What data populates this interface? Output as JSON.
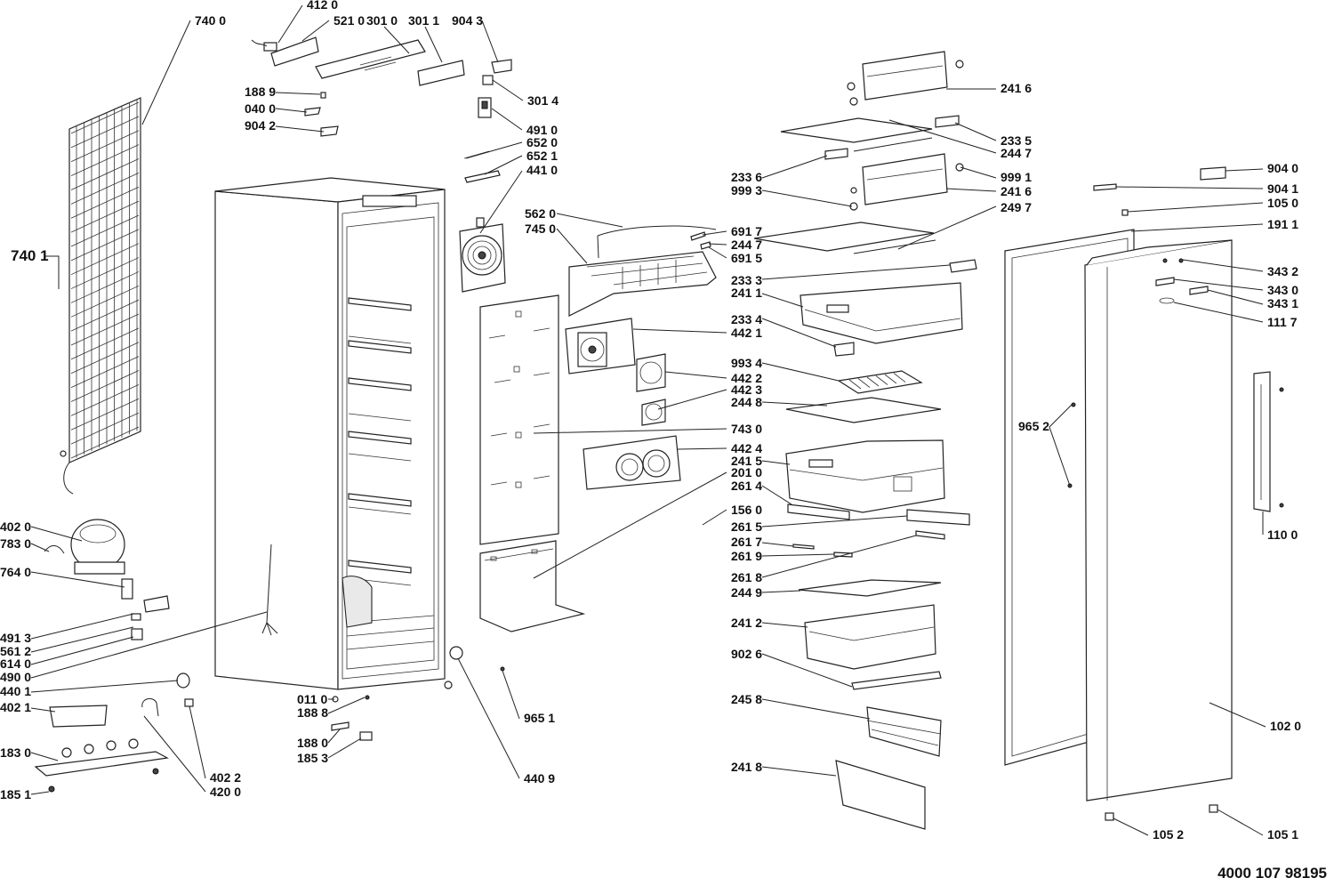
{
  "document_number": "4000 107 98195",
  "labels": [
    {
      "id": "7400",
      "text": "740 0"
    },
    {
      "id": "7401",
      "text": "740 1"
    },
    {
      "id": "4120",
      "text": "412 0"
    },
    {
      "id": "5210",
      "text": "521 0"
    },
    {
      "id": "3010",
      "text": "301 0"
    },
    {
      "id": "3011",
      "text": "301 1"
    },
    {
      "id": "9043",
      "text": "904 3"
    },
    {
      "id": "3014",
      "text": "301 4"
    },
    {
      "id": "1889",
      "text": "188 9"
    },
    {
      "id": "0400",
      "text": "040 0"
    },
    {
      "id": "9042",
      "text": "904 2"
    },
    {
      "id": "4910",
      "text": "491 0"
    },
    {
      "id": "6520",
      "text": "652 0"
    },
    {
      "id": "6521",
      "text": "652 1"
    },
    {
      "id": "4410",
      "text": "441 0"
    },
    {
      "id": "5620",
      "text": "562 0"
    },
    {
      "id": "7450",
      "text": "745 0"
    },
    {
      "id": "6917",
      "text": "691 7"
    },
    {
      "id": "2447a",
      "text": "244 7"
    },
    {
      "id": "6915",
      "text": "691 5"
    },
    {
      "id": "4421",
      "text": "442 1"
    },
    {
      "id": "4422",
      "text": "442 2"
    },
    {
      "id": "4423",
      "text": "442 3"
    },
    {
      "id": "7430",
      "text": "743 0"
    },
    {
      "id": "4424",
      "text": "442 4"
    },
    {
      "id": "2010",
      "text": "201 0"
    },
    {
      "id": "1560",
      "text": "156 0"
    },
    {
      "id": "4020",
      "text": "402 0"
    },
    {
      "id": "7830",
      "text": "783 0"
    },
    {
      "id": "7640",
      "text": "764 0"
    },
    {
      "id": "4913",
      "text": "491 3"
    },
    {
      "id": "5612",
      "text": "561 2"
    },
    {
      "id": "6140",
      "text": "614 0"
    },
    {
      "id": "4900",
      "text": "490 0"
    },
    {
      "id": "4401",
      "text": "440 1"
    },
    {
      "id": "4021",
      "text": "402 1"
    },
    {
      "id": "1830",
      "text": "183 0"
    },
    {
      "id": "1851",
      "text": "185 1"
    },
    {
      "id": "4022",
      "text": "402 2"
    },
    {
      "id": "4200",
      "text": "420 0"
    },
    {
      "id": "0110",
      "text": "011 0"
    },
    {
      "id": "1888",
      "text": "188 8"
    },
    {
      "id": "1880",
      "text": "188 0"
    },
    {
      "id": "1853",
      "text": "185 3"
    },
    {
      "id": "9651",
      "text": "965 1"
    },
    {
      "id": "4409",
      "text": "440 9"
    },
    {
      "id": "2416a",
      "text": "241 6"
    },
    {
      "id": "2335",
      "text": "233 5"
    },
    {
      "id": "2447b",
      "text": "244 7"
    },
    {
      "id": "2336",
      "text": "233 6"
    },
    {
      "id": "9991",
      "text": "999 1"
    },
    {
      "id": "9993",
      "text": "999 3"
    },
    {
      "id": "2416b",
      "text": "241 6"
    },
    {
      "id": "2497",
      "text": "249 7"
    },
    {
      "id": "2333",
      "text": "233 3"
    },
    {
      "id": "2411",
      "text": "241 1"
    },
    {
      "id": "2334",
      "text": "233 4"
    },
    {
      "id": "9934",
      "text": "993 4"
    },
    {
      "id": "2448",
      "text": "244 8"
    },
    {
      "id": "2415",
      "text": "241 5"
    },
    {
      "id": "2614",
      "text": "261 4"
    },
    {
      "id": "2615",
      "text": "261 5"
    },
    {
      "id": "2617",
      "text": "261 7"
    },
    {
      "id": "2619",
      "text": "261 9"
    },
    {
      "id": "2618",
      "text": "261 8"
    },
    {
      "id": "2449",
      "text": "244 9"
    },
    {
      "id": "2412",
      "text": "241 2"
    },
    {
      "id": "9026",
      "text": "902 6"
    },
    {
      "id": "2458",
      "text": "245 8"
    },
    {
      "id": "2418",
      "text": "241 8"
    },
    {
      "id": "9040",
      "text": "904 0"
    },
    {
      "id": "9041",
      "text": "904 1"
    },
    {
      "id": "1050",
      "text": "105 0"
    },
    {
      "id": "1911",
      "text": "191 1"
    },
    {
      "id": "3432",
      "text": "343 2"
    },
    {
      "id": "3430",
      "text": "343 0"
    },
    {
      "id": "3431",
      "text": "343 1"
    },
    {
      "id": "1117",
      "text": "111 7"
    },
    {
      "id": "9652",
      "text": "965 2"
    },
    {
      "id": "1100",
      "text": "110 0"
    },
    {
      "id": "1020",
      "text": "102 0"
    },
    {
      "id": "1052",
      "text": "105 2"
    },
    {
      "id": "1051",
      "text": "105 1"
    }
  ]
}
